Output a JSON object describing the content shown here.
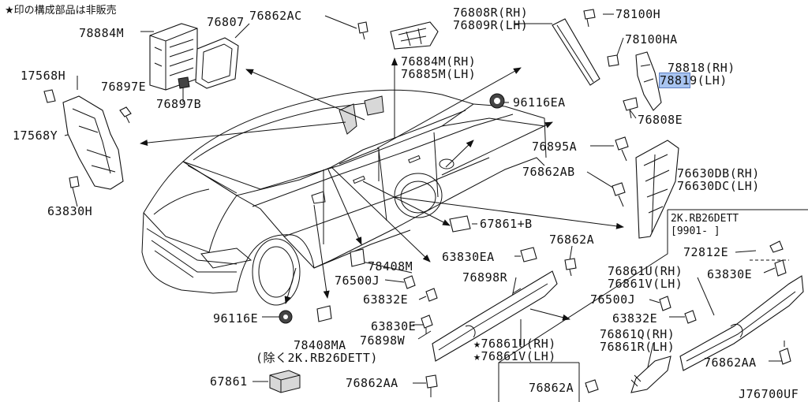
{
  "header": {
    "note": "★印の構成部品は非販売"
  },
  "diagram_id": "J76700UF",
  "inset": {
    "title": "2K.RB26DETT",
    "range": "[9901-       ]"
  },
  "parts": {
    "p78884M": "78884M",
    "p76807": "76807",
    "p76862AC": "76862AC",
    "p76808R": "76808R(RH)",
    "p76809R": "76809R(LH)",
    "p78100H": "78100H",
    "p78100HA": "78100HA",
    "p17568H": "17568H",
    "p76897E": "76897E",
    "p76897B": "76897B",
    "p76884M": "76884M(RH)",
    "p76885M": "76885M(LH)",
    "p78818": "78818(RH)",
    "p78819_hl": "7881",
    "p78819_rest": "9(LH)",
    "p96116EA": "96116EA",
    "p76808E": "76808E",
    "p17568Y": "17568Y",
    "p76895A": "76895A",
    "p76862AB": "76862AB",
    "p76630DB": "76630DB(RH)",
    "p76630DC": "76630DC(LH)",
    "p63830H": "63830H",
    "p67861B": "67861+B",
    "p76862A_top": "76862A",
    "p63830EA": "63830EA",
    "p78408M": "78408M",
    "p76898R": "76898R",
    "p76500J": "76500J",
    "p63832E": "63832E",
    "p72812E": "72812E",
    "p76861U_inset": "76861U(RH)",
    "p76861V_inset": "76861V(LH)",
    "p63830E_inset": "63830E",
    "p76500J_inset": "76500J",
    "p63832E_inset": "63832E",
    "p96116E": "96116E",
    "p63830E": "63830E",
    "p76898W": "76898W",
    "p76861U": "★76861U(RH)",
    "p76861V": "★76861V(LH)",
    "p78408MA": "78408MA",
    "p_excl": "(除く2K.RB26DETT)",
    "p76861Q": "76861Q(RH)",
    "p76861R": "76861R(LH)",
    "p76862AA": "76862AA",
    "p67861": "67861",
    "p76862AA_b": "76862AA",
    "p76862A_b": "76862A"
  },
  "colors": {
    "highlight": "#a8c4f0",
    "ink": "#111111"
  }
}
